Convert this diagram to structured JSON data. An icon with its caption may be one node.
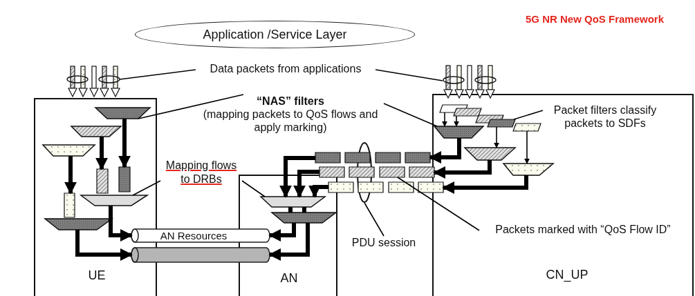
{
  "diagram": {
    "title": "5G NR New QoS Framework",
    "nodes": [
      {
        "text": [
          "Application /Service Layer"
        ]
      },
      {
        "text": [
          "UE"
        ]
      },
      {
        "text": [
          "AN"
        ]
      },
      {
        "text": [
          "CN_UP"
        ]
      },
      {
        "text": [
          "Data packets from applications"
        ]
      },
      {
        "text": [
          "“NAS” filters",
          "(mapping packets to QoS flows and apply marking)"
        ]
      },
      {
        "text": [
          "Mapping flows to DRBs"
        ]
      },
      {
        "text": [
          "Packet filters classify packets to SDFs"
        ],
        "in": 3
      },
      {
        "text": [
          "Packets marked with “QoS Flow ID”"
        ],
        "in": 3
      },
      {
        "text": [
          "PDU session"
        ]
      },
      {
        "text": [
          "AN Resources"
        ]
      },
      {
        "text": [],
        "shape": "cylinder"
      },
      {
        "text": [],
        "shape": "trapezoid",
        "in": 1
      },
      {
        "text": [],
        "shape": "trapezoid",
        "in": 3
      },
      {
        "text": [],
        "shape": "trapezoid",
        "in": 1
      },
      {
        "text": [],
        "shape": "trapezoid",
        "in": 2
      },
      {
        "text": [],
        "shape": "trapezoid",
        "in": 2
      },
      {
        "text": [],
        "shape": "trapezoid",
        "in": 1
      },
      {
        "text": [],
        "shape": "ellipse"
      },
      {
        "text": [],
        "shape": "trapezoid",
        "in": 1
      },
      {
        "text": [],
        "shape": "trapezoid",
        "in": 1
      },
      {
        "text": [],
        "shape": "box",
        "in": 1
      },
      {
        "text": [],
        "shape": "box",
        "in": 1
      },
      {
        "text": [],
        "shape": "box",
        "in": 1
      },
      {
        "text": [],
        "shape": "parallelogram",
        "in": 3
      },
      {
        "text": [],
        "shape": "parallelogram",
        "in": 3
      },
      {
        "text": [],
        "shape": "parallelogram",
        "in": 3
      },
      {
        "text": [],
        "shape": "parallelogram",
        "in": 3
      },
      {
        "text": [],
        "shape": "parallelogram",
        "in": 3
      },
      {
        "text": [],
        "shape": "trapezoid",
        "in": 3
      },
      {
        "text": [],
        "shape": "trapezoid",
        "in": 3
      },
      {
        "text": [],
        "shape": "box"
      },
      {
        "text": [],
        "shape": "box"
      },
      {
        "text": [],
        "shape": "box"
      },
      {
        "text": [],
        "shape": "box"
      },
      {
        "text": [],
        "shape": "box"
      },
      {
        "text": [],
        "shape": "box"
      },
      {
        "text": [],
        "shape": "box"
      },
      {
        "text": [],
        "shape": "box"
      },
      {
        "text": [],
        "shape": "box"
      },
      {
        "text": [],
        "shape": "box"
      },
      {
        "text": [],
        "shape": "box"
      },
      {
        "text": [],
        "shape": "box"
      }
    ],
    "edges": [
      {
        "from": 4,
        "to": null,
        "arrow": "none"
      },
      {
        "from": 4,
        "to": null,
        "arrow": "none"
      },
      {
        "from": 5,
        "to": 12,
        "arrow": "none"
      },
      {
        "from": 5,
        "to": 13,
        "arrow": "none"
      },
      {
        "from": 6,
        "to": 14,
        "arrow": "none"
      },
      {
        "from": 6,
        "to": 15,
        "arrow": "none"
      },
      {
        "from": 7,
        "to": 27,
        "arrow": "none"
      },
      {
        "from": 8,
        "to": 37,
        "arrow": "none"
      },
      {
        "from": 9,
        "to": 18,
        "arrow": "none"
      },
      {
        "from": 14,
        "to": 10,
        "arrow": "to"
      },
      {
        "from": 17,
        "to": 11,
        "arrow": "to"
      },
      {
        "from": 16,
        "to": 10,
        "arrow": "to"
      },
      {
        "from": 16,
        "to": 11,
        "arrow": "to"
      },
      {
        "from": 12,
        "to": 21,
        "arrow": "to"
      },
      {
        "from": 19,
        "to": 22,
        "arrow": "to"
      },
      {
        "from": 20,
        "to": 23,
        "arrow": "to"
      },
      {
        "from": 31,
        "to": 15,
        "arrow": "to"
      },
      {
        "from": 35,
        "to": 15,
        "arrow": "to"
      },
      {
        "from": 39,
        "to": 15,
        "arrow": "to"
      },
      {
        "from": 15,
        "to": 16,
        "arrow": "none"
      },
      {
        "from": 15,
        "to": 16,
        "arrow": "none"
      },
      {
        "from": 24,
        "to": 13,
        "arrow": "to"
      },
      {
        "from": 25,
        "to": 13,
        "arrow": "to"
      },
      {
        "from": 27,
        "to": 29,
        "arrow": "to"
      },
      {
        "from": 28,
        "to": 30,
        "arrow": "to"
      },
      {
        "from": 13,
        "to": 34,
        "arrow": "to"
      },
      {
        "from": 29,
        "to": 38,
        "arrow": "to"
      },
      {
        "from": 30,
        "to": 42,
        "arrow": "to"
      }
    ]
  }
}
